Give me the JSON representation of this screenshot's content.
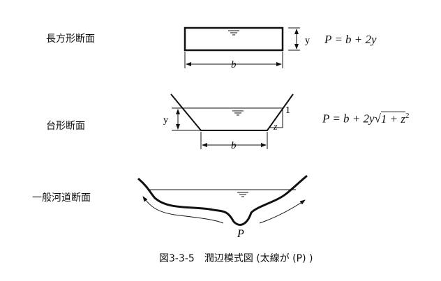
{
  "sections": [
    {
      "label": "長方形断面",
      "formula": "P = b + 2y",
      "dim_y": "y",
      "dim_b": "b"
    },
    {
      "label": "台形断面",
      "formula_main": "P = b + 2y",
      "formula_root": "1 + z",
      "formula_exp": "2",
      "dim_y": "y",
      "dim_b": "b",
      "slope_v": "1",
      "slope_h": "z"
    },
    {
      "label": "一般河道断面",
      "perimeter": "P"
    }
  ],
  "caption": "図3-3-5　潤辺模式図 (太線が (P) )"
}
